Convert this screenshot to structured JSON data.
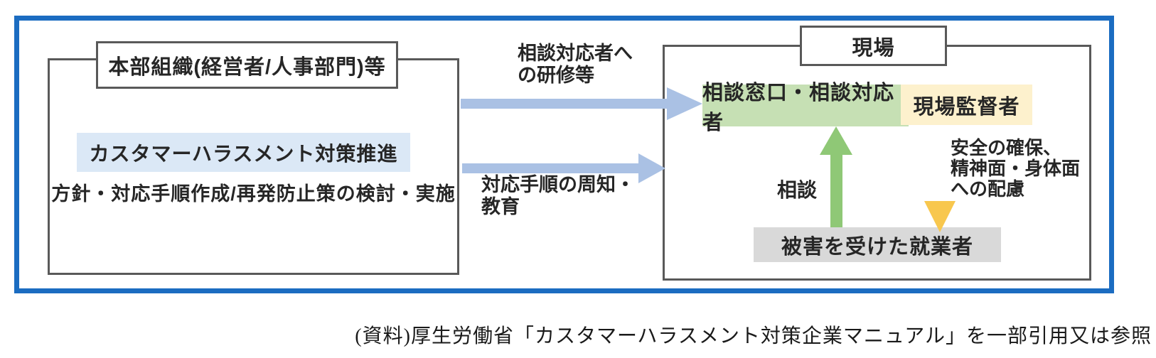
{
  "hq": {
    "title": "本部組織(経営者/人事部門)等",
    "promotion": "カスタマーハラスメント対策推進",
    "policy": "方針・対応手順作成/再発防止策の検討・実施"
  },
  "flows": {
    "training_label": "相談対応者へ\nの研修等",
    "procedure_label": "対応手順の周知・\n教育"
  },
  "site": {
    "title": "現場",
    "consult_desk": "相談窓口・相談対応者",
    "supervisor": "現場監督者",
    "consult_arrow_label": "相談",
    "safety_label": "安全の確保、\n精神面・身体面\nへの配慮",
    "victim": "被害を受けた就業者"
  },
  "caption": "(資料)厚生労働省「カスタマーハラスメント対策企業マニュアル」を一部引用又は参照",
  "colors": {
    "frame_blue": "#1b6cc1",
    "box_border_gray": "#595959",
    "flow_arrow_blue": "#aac1e4",
    "promotion_highlight": "#dbe8f6",
    "consult_box_green": "#c6e0b4",
    "consult_arrow_green": "#8fc876",
    "supervisor_box_yellow": "#fdf1cd",
    "care_arrow_yellow": "#f8c74e",
    "victim_box_gray": "#d9d9d9"
  }
}
